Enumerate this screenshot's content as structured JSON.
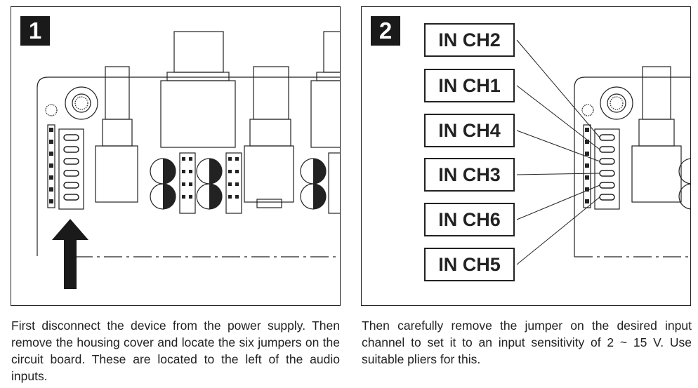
{
  "step1": {
    "number": "1",
    "caption": "First disconnect the device from the power supply. Then remove the housing cover and locate the six jumpers on the circuit board. These are located to the left of the audio inputs."
  },
  "step2": {
    "number": "2",
    "caption": "Then carefully remove the jumper on the desired input channel to set it to an input sensitivity of 2 ~ 15 V. Use suitable pliers for this.",
    "channel_labels": [
      "IN CH2",
      "IN CH1",
      "IN CH4",
      "IN CH3",
      "IN CH6",
      "IN CH5"
    ]
  },
  "icons": {
    "arrow": "up-arrow-icon"
  }
}
